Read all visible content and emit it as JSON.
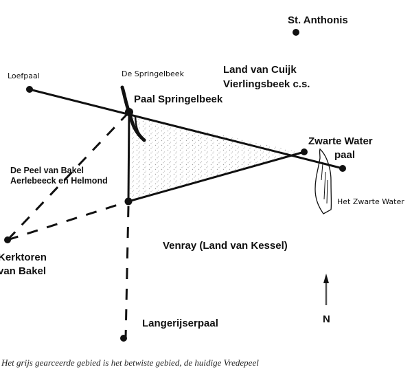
{
  "map": {
    "labels": {
      "st_anthonis": "St. Anthonis",
      "loefpaal": "Loefpaal",
      "de_springelbeek": "De Springelbeek",
      "paal_springelbeek": "Paal Springelbeek",
      "land_van_cuijk_1": "Land van Cuijk",
      "land_van_cuijk_2": "Vierlingsbeek c.s.",
      "zwarte_water_paal_1": "Zwarte Water",
      "zwarte_water_paal_2": "paal",
      "het_zwarte_water": "Het Zwarte Water",
      "de_peel_1": "De Peel van Bakel",
      "de_peel_2": "Aerlebeeck en Helmond",
      "kerktoren_1": "Kerktoren",
      "kerktoren_2": "van Bakel",
      "venray": "Venray (Land van Kessel)",
      "langerijserpaal": "Langerijserpaal",
      "north": "N"
    },
    "caption": "Het grijs gearceerde gebied is het betwiste gebied, de huidige Vredepeel",
    "colors": {
      "ink": "#111111",
      "hatch": "#b8b8b8"
    }
  }
}
